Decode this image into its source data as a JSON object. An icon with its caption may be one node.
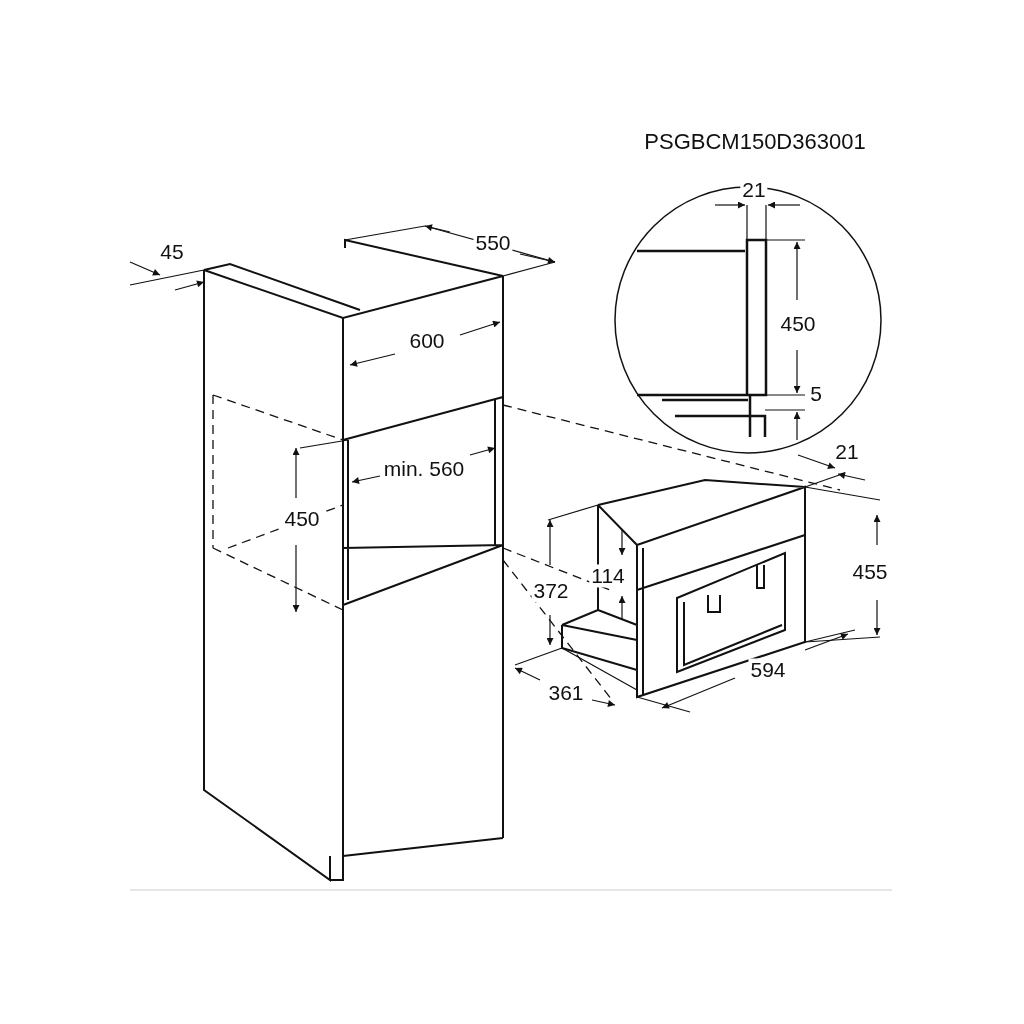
{
  "diagram": {
    "labels": [
      "PSGBCM150D363001",
      "21",
      "45",
      "550",
      "450",
      "600",
      "5",
      "21",
      "min. 560",
      "450",
      "455",
      "114",
      "372",
      "594",
      "361"
    ]
  }
}
